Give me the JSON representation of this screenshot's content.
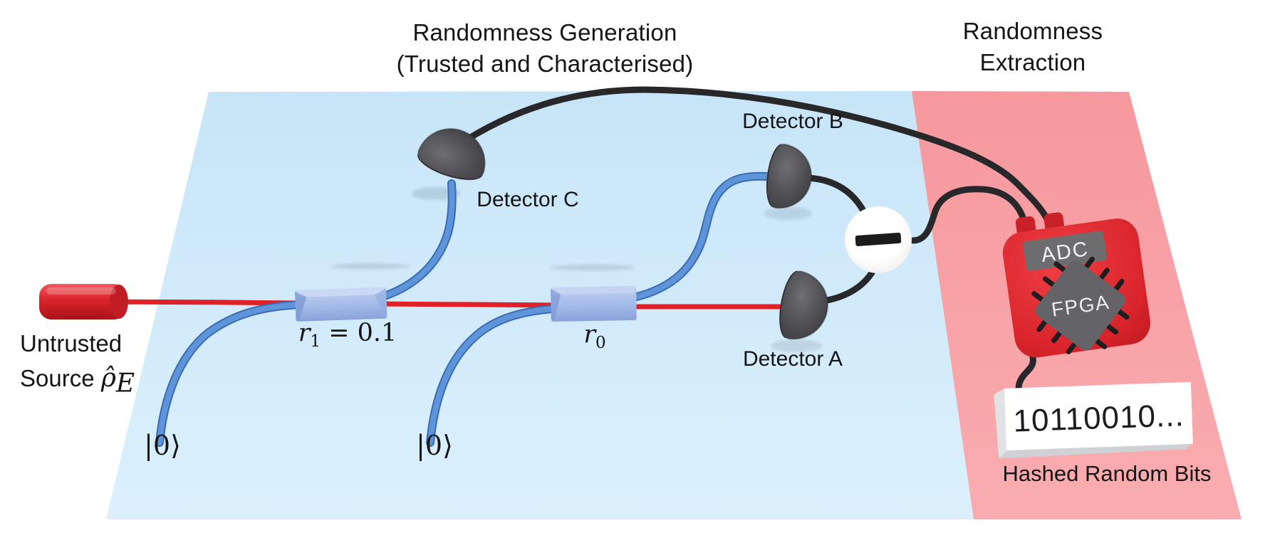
{
  "generation_region": {
    "title_line1": "Randomness Generation",
    "title_line2": "(Trusted and Characterised)"
  },
  "extraction_region": {
    "title_line1": "Randomness",
    "title_line2": "Extraction"
  },
  "source": {
    "label_line1": "Untrusted",
    "label_line2": "Source",
    "symbol": "ρ̂",
    "subscript": "E"
  },
  "kets": {
    "left": "|0⟩",
    "right": "|0⟩"
  },
  "beam_splitter_1": {
    "base": "r",
    "sub": "1",
    "rest": " = 0.1"
  },
  "beam_splitter_2": {
    "base": "r",
    "sub": "0",
    "rest": ""
  },
  "detectors": {
    "a": "Detector A",
    "b": "Detector B",
    "c": "Detector C"
  },
  "device": {
    "adc_label": "ADC",
    "fpga_label": "FPGA"
  },
  "output": {
    "bits": "10110010...",
    "caption": "Hashed Random Bits"
  },
  "colors": {
    "generation_bg": "#cde9fa",
    "extraction_bg": "#f79da2",
    "fiber_blue": "#4e86cd",
    "fiber_red": "#e02228",
    "cable_black": "#28282b",
    "beam_splitter": "#a8bfe9",
    "detector_gray": "#4a4a4f",
    "device_red": "#d8232a"
  }
}
